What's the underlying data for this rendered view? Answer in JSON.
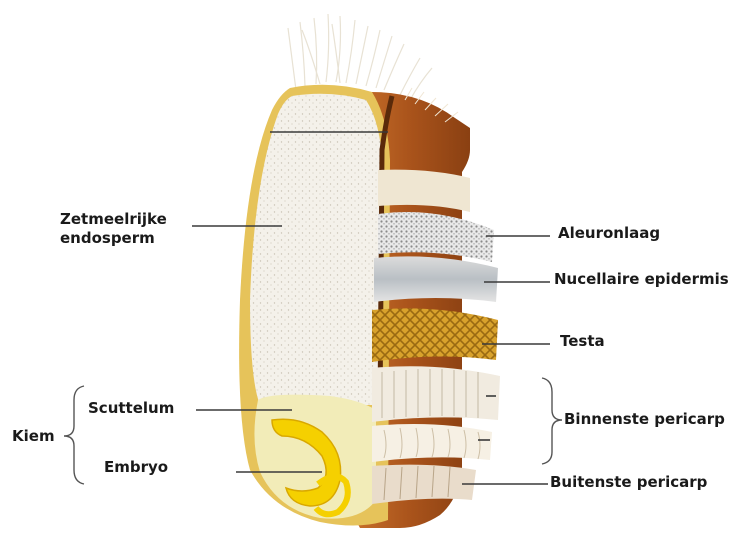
{
  "labels": {
    "zetmeel_line1": "Zetmeelrijke",
    "zetmeel_line2": "endosperm",
    "kiem": "Kiem",
    "scuttelum": "Scuttelum",
    "embryo": "Embryo",
    "aleuronlaag": "Aleuronlaag",
    "nucellaire": "Nucellaire epidermis",
    "testa": "Testa",
    "binnenste": "Binnenste pericarp",
    "buitenste": "Buitenste pericarp"
  },
  "colors": {
    "label_text": "#1a1a1a",
    "leader_line": "#3a3a3a",
    "husk": "#b05a1c",
    "husk_dark": "#7a3a10",
    "endosperm": "#f3efe6",
    "germ_yellow": "#f5d000",
    "germ_pale": "#f2ecb8",
    "testa_gold": "#d7a12a"
  }
}
